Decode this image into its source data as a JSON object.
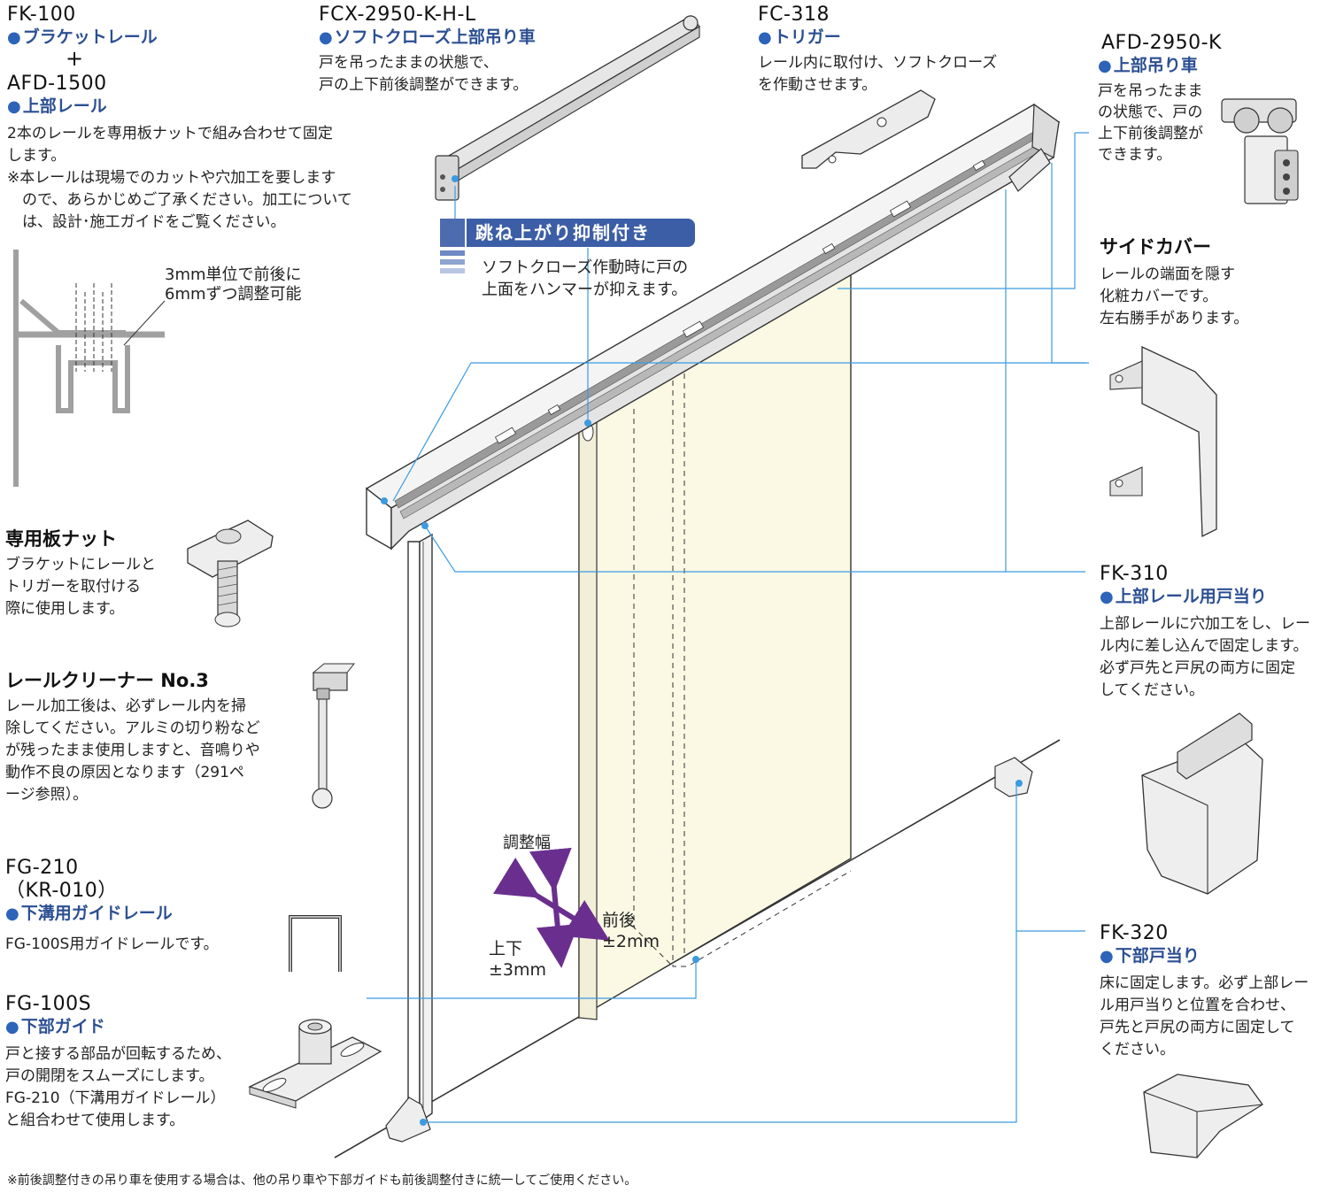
{
  "fk100": {
    "code": "FK-100",
    "sub": "ブラケットレール",
    "plus": "+"
  },
  "afd1500": {
    "code": "AFD-1500",
    "sub": "上部レール",
    "desc": "2本のレールを専用板ナットで組み合わせて固定\nします。\n※本レールは現場でのカットや穴加工を要します\n　ので、あらかじめご了承ください。加工について\n　は、設計･施工ガイドをご覧ください。"
  },
  "adjust_note": "3mm単位で前後に\n6mmずつ調整可能",
  "fcx": {
    "code": "FCX-2950-K-H-L",
    "sub": "ソフトクローズ上部吊り車",
    "desc": "戸を吊ったままの状態で、\n戸の上下前後調整ができます。"
  },
  "badge": {
    "label": "跳ね上がり抑制付き",
    "desc": "ソフトクローズ作動時に戸の\n上面をハンマーが抑えます。"
  },
  "fc318": {
    "code": "FC-318",
    "sub": "トリガー",
    "desc": "レール内に取付け、ソフトクローズ\nを作動させます。"
  },
  "afd2950": {
    "code": "AFD-2950-K",
    "sub": "上部吊り車",
    "desc": "戸を吊ったまま\nの状態で、戸の\n上下前後調整が\nできます。"
  },
  "side_cover": {
    "title": "サイドカバー",
    "desc": "レールの端面を隠す\n化粧カバーです。\n左右勝手があります。"
  },
  "nut": {
    "title": "専用板ナット",
    "desc": "ブラケットにレールと\nトリガーを取付ける\n際に使用します。"
  },
  "cleaner": {
    "title": "レールクリーナー No.3",
    "desc": "レール加工後は、必ずレール内を掃\n除してください。アルミの切り粉など\nが残ったまま使用しますと、音鳴りや\n動作不良の原因となります（291ペ\nージ参照）。"
  },
  "fk310": {
    "code": "FK-310",
    "sub": "上部レール用戸当り",
    "desc": "上部レールに穴加工をし、レー\nル内に差し込んで固定します。\n必ず戸先と戸尻の両方に固定\nしてください。"
  },
  "fg210": {
    "code": "FG-210",
    "code2": "（KR-010）",
    "sub": "下溝用ガイドレール",
    "desc": "FG-100S用ガイドレールです。"
  },
  "fg100s": {
    "code": "FG-100S",
    "sub": "下部ガイド",
    "desc": "戸と接する部品が回転するため、\n戸の開閉をスムーズにします。\nFG-210（下溝用ガイドレール）\nと組合わせて使用します。"
  },
  "fk320": {
    "code": "FK-320",
    "sub": "下部戸当り",
    "desc": "床に固定します。必ず上部レー\nル用戸当りと位置を合わせ、\n戸先と戸尻の両方に固定して\nください。"
  },
  "adjust": {
    "title": "調整幅",
    "fb": "前後\n±2mm",
    "ud": "上下\n±3mm"
  },
  "footnote": "※前後調整付きの吊り車を使用する場合は、他の吊り車や下部ガイドも前後調整付きに統一してご使用ください。",
  "colors": {
    "accent": "#2c4f93",
    "leader": "#3b9be0",
    "door": "#fbf8e4",
    "arrow": "#6a2f8e",
    "line": "#333333"
  }
}
